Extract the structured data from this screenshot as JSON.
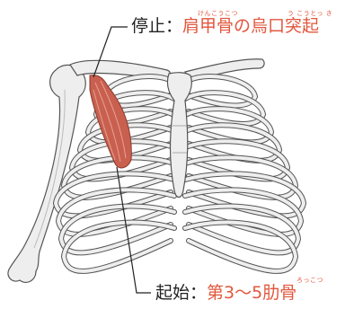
{
  "insertion": {
    "prefix": "停止：",
    "term": "肩甲骨の烏口突起",
    "ruby_left": "けんこうこつ",
    "ruby_right": "う こうとっ き"
  },
  "origin": {
    "prefix": "起始：",
    "term": "第3〜5肋骨",
    "ruby": "ろっこつ"
  },
  "colors": {
    "accent": "#e2573d",
    "muscle": "#c9604f",
    "bone": "#eeeeee",
    "outline": "#555555",
    "leader": "#222222"
  }
}
